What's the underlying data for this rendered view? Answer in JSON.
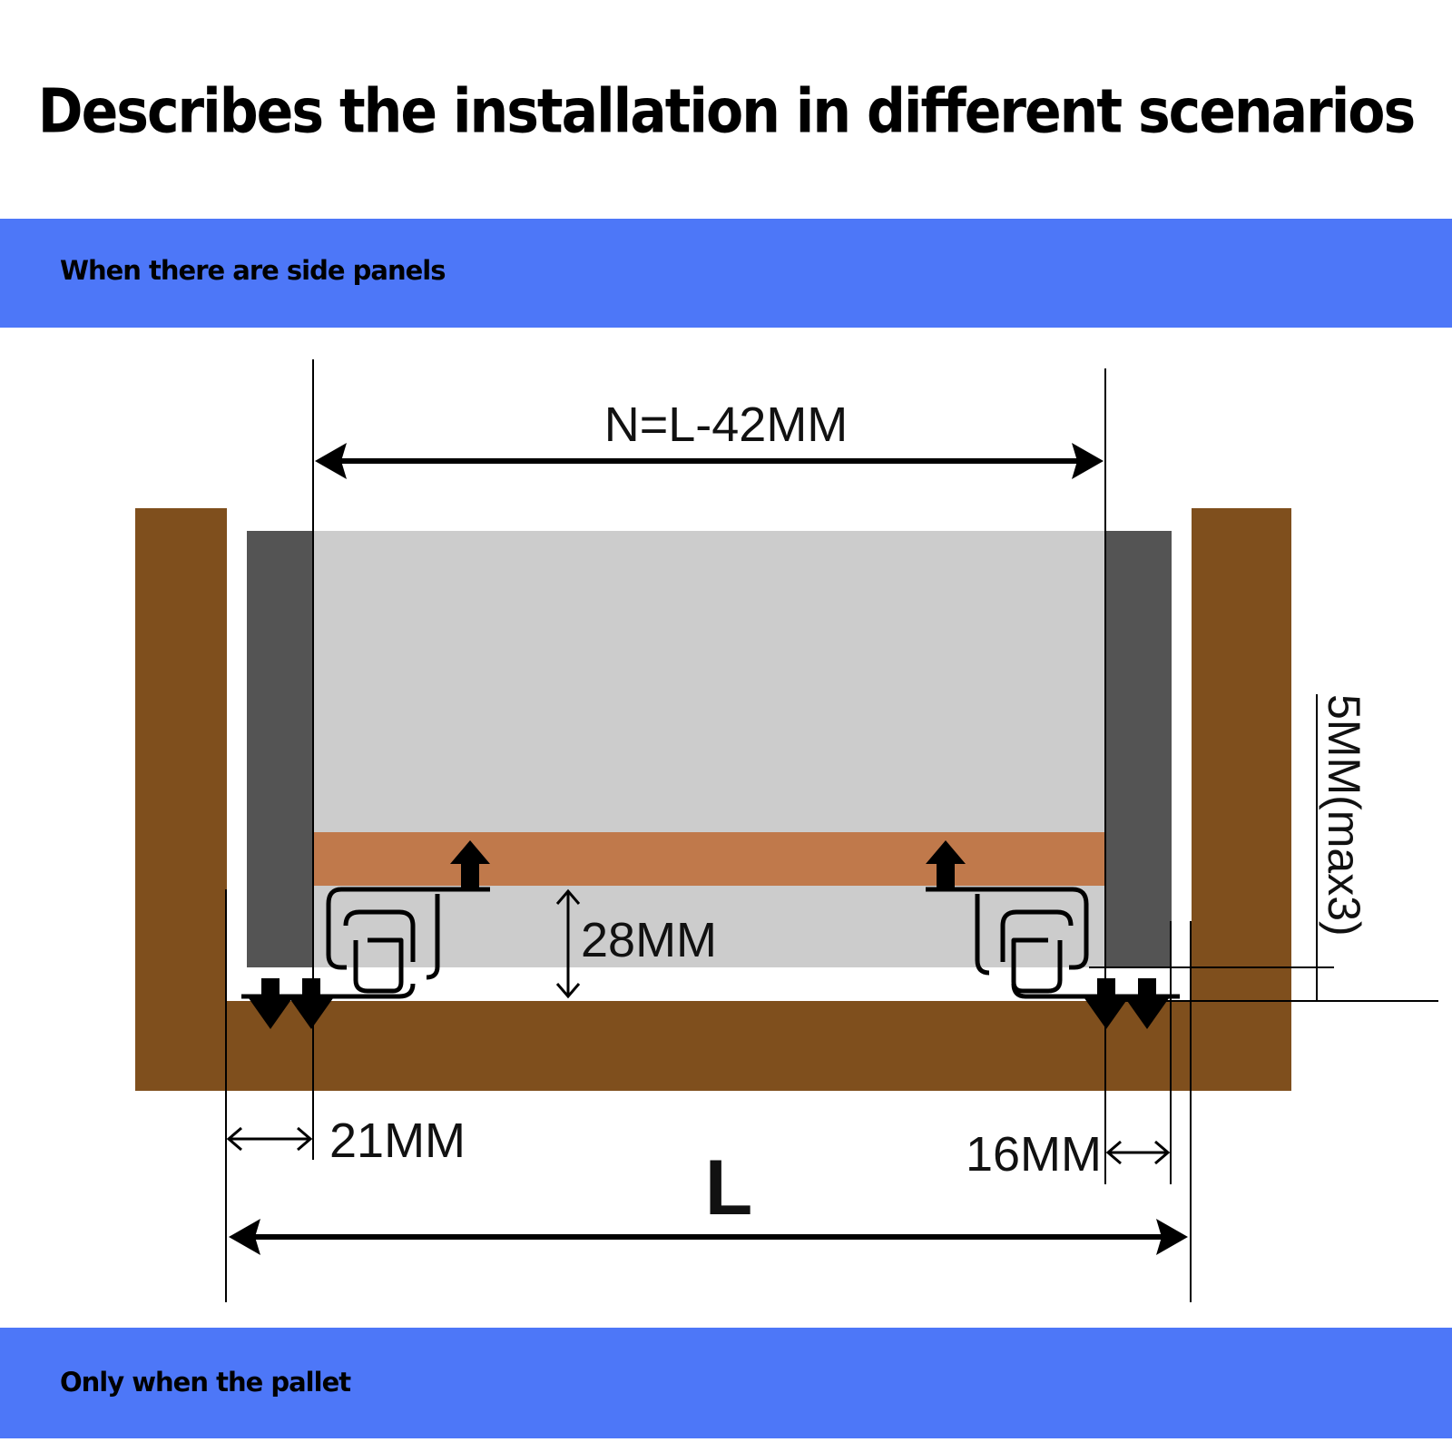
{
  "title": "Describes the installation in different scenarios",
  "section_top": "When there are side panels",
  "section_bottom": "Only when the pallet",
  "dimensions": {
    "n_width": "N=L-42MM",
    "rail_height": "28MM",
    "left_gap": "21MM",
    "right_gap": "16MM",
    "total_width": "L",
    "vertical_gap": "5MM(max3)"
  },
  "colors": {
    "band": "#4d77f8",
    "cabinet_wood": "#7f4f1d",
    "drawer_side": "#545454",
    "drawer_body": "#cccccc",
    "drawer_bottom": "#c0794b"
  }
}
